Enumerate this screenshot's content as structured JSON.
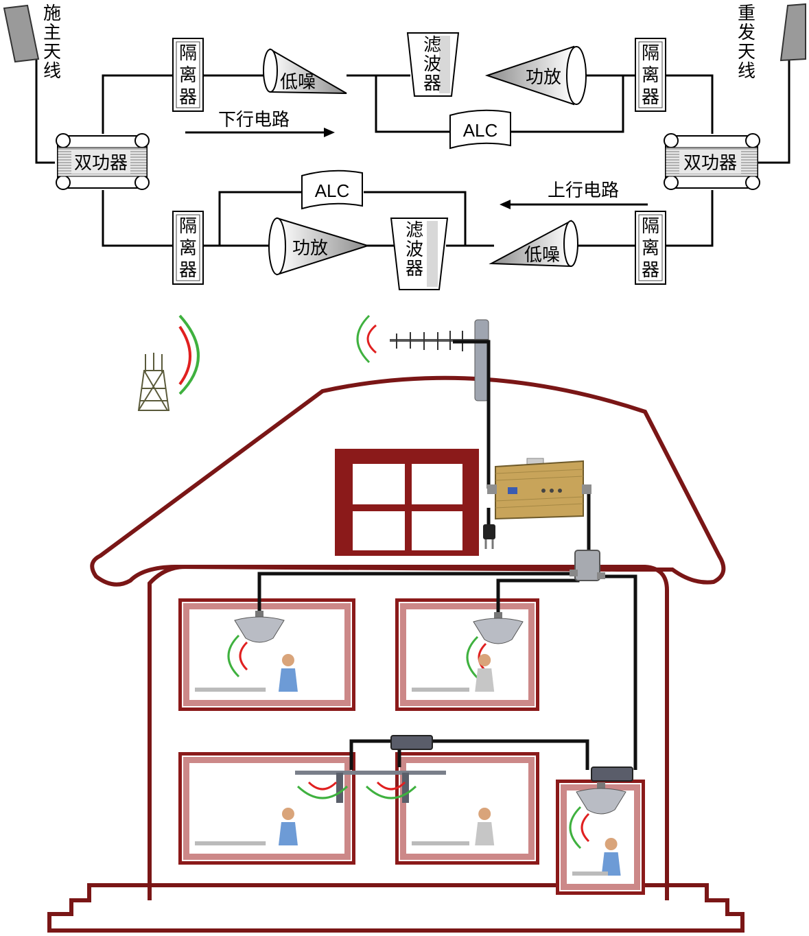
{
  "labels": {
    "donor_antenna": "施主天线",
    "service_antenna": "重发天线",
    "isolator": "隔离器",
    "duplexer": "双功器",
    "lna": "低噪",
    "pa": "功放",
    "filter": "滤波器",
    "alc": "ALC",
    "downlink": "下行电路",
    "uplink": "上行电路"
  },
  "colors": {
    "house_outline": "#7a1616",
    "window_frame": "#8b1a1a",
    "signal_red": "#e02020",
    "signal_green": "#3fb13f",
    "antenna_gray": "#a0a0a0",
    "repeater_gold": "#c8a45a"
  },
  "icons": [
    "cell-tower-icon",
    "yagi-antenna-icon",
    "ceiling-antenna-icon",
    "panel-antenna-icon",
    "repeater-unit-icon",
    "power-splitter-icon",
    "power-plug-icon"
  ]
}
